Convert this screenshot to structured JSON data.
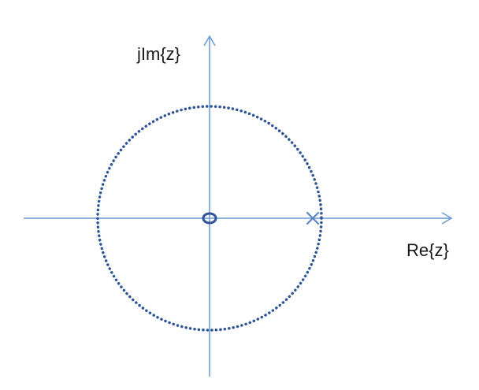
{
  "axes": {
    "x_label": "Re{z}",
    "y_label": "jIm{z}"
  },
  "markers": {
    "zero_at": [
      0,
      0
    ],
    "pole_at": [
      0.94,
      0
    ]
  },
  "colors": {
    "axis": "#6a9ad3",
    "circle": "#2f5597",
    "zero": "#2f5597",
    "pole": "#5b86c4",
    "text": "#1a1a1a"
  }
}
